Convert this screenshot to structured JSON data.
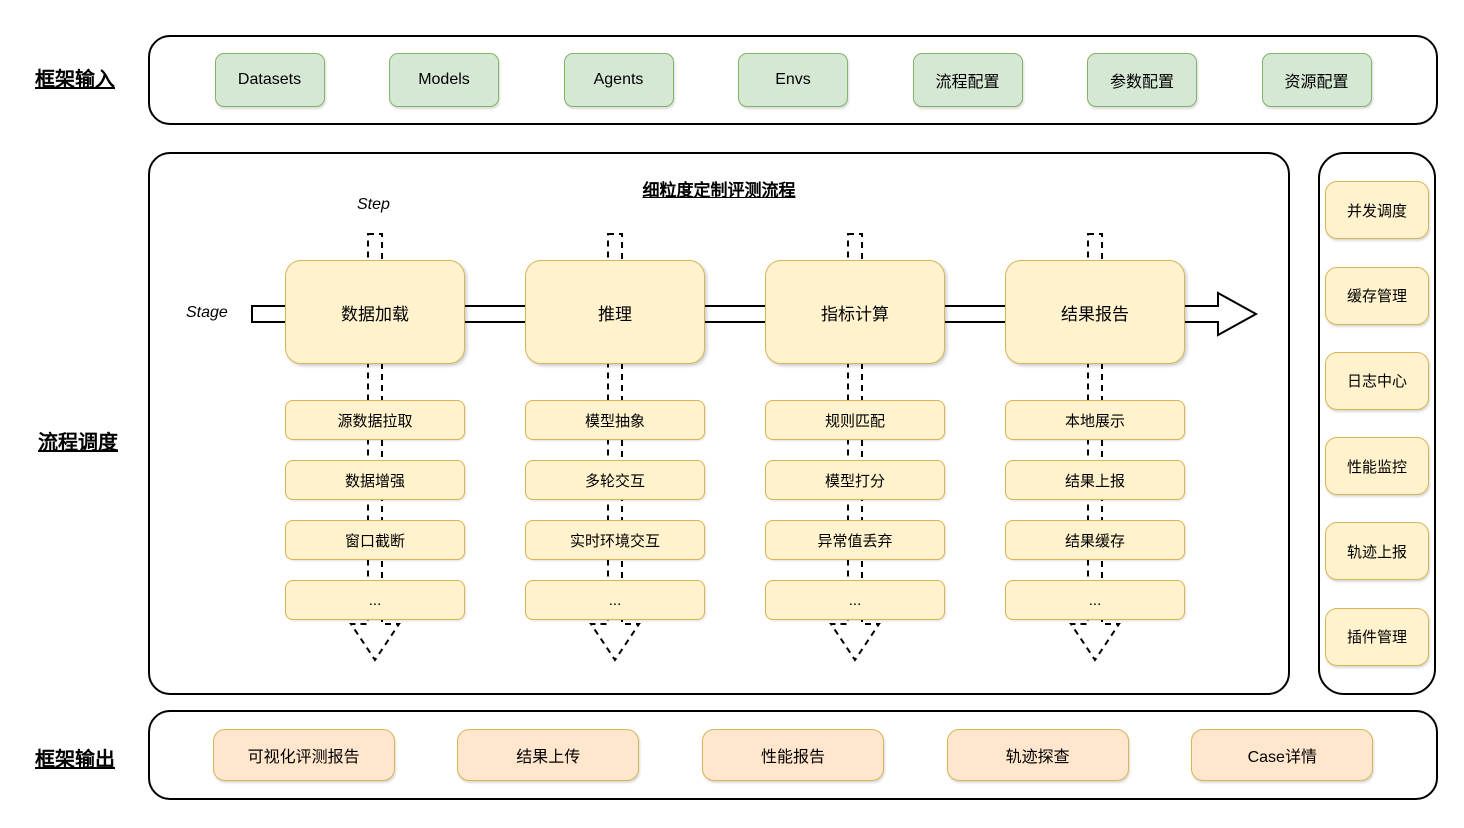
{
  "labels": {
    "input": "框架输入",
    "scheduler": "流程调度",
    "output": "框架输出"
  },
  "inputs": {
    "items": [
      "Datasets",
      "Models",
      "Agents",
      "Envs",
      "流程配置",
      "参数配置",
      "资源配置"
    ]
  },
  "pipeline": {
    "title": "细粒度定制评测流程",
    "stage_label": "Stage",
    "step_label": "Step",
    "columns": [
      {
        "stage": "数据加载",
        "steps": [
          "源数据拉取",
          "数据增强",
          "窗口截断",
          "..."
        ]
      },
      {
        "stage": "推理",
        "steps": [
          "模型抽象",
          "多轮交互",
          "实时环境交互",
          "..."
        ]
      },
      {
        "stage": "指标计算",
        "steps": [
          "规则匹配",
          "模型打分",
          "异常值丢弃",
          "..."
        ]
      },
      {
        "stage": "结果报告",
        "steps": [
          "本地展示",
          "结果上报",
          "结果缓存",
          "..."
        ]
      }
    ]
  },
  "sidebar": {
    "items": [
      "并发调度",
      "缓存管理",
      "日志中心",
      "性能监控",
      "轨迹上报",
      "插件管理"
    ]
  },
  "outputs": {
    "items": [
      "可视化评测报告",
      "结果上传",
      "性能报告",
      "轨迹探查",
      "Case详情"
    ]
  },
  "colors": {
    "input_fill": "#d5e8d4",
    "input_border": "#82b366",
    "stage_fill": "#fff2cc",
    "stage_border": "#d6b656",
    "output_fill": "#ffe6cc",
    "output_border": "#d6b656"
  }
}
